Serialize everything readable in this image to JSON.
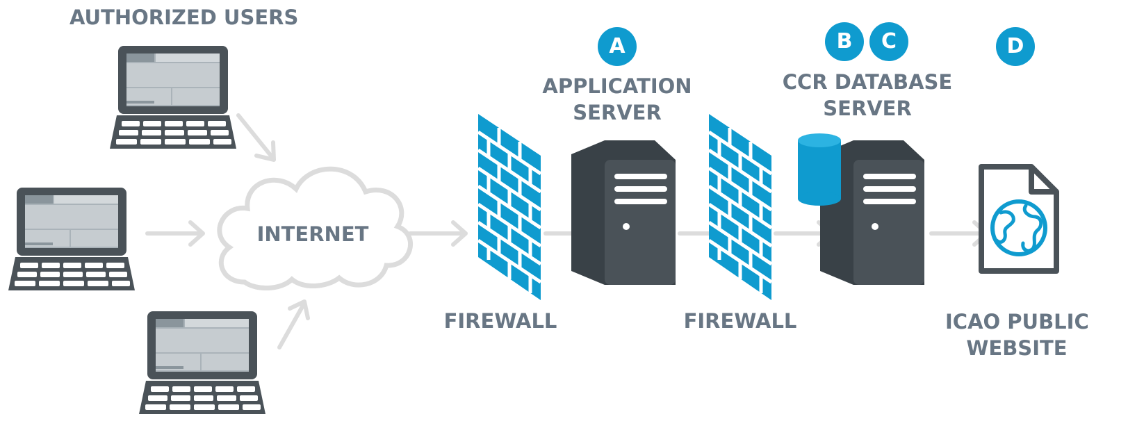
{
  "labels": {
    "authorized_users": "AUTHORIZED USERS",
    "internet": "INTERNET",
    "firewall_1": "FIREWALL",
    "firewall_2": "FIREWALL",
    "app_server_line1": "APPLICATION",
    "app_server_line2": "SERVER",
    "db_server_line1": "CCR DATABASE",
    "db_server_line2": "SERVER",
    "public_site_line1": "ICAO PUBLIC",
    "public_site_line2": "WEBSITE"
  },
  "badges": {
    "a": "A",
    "b": "B",
    "c": "C",
    "d": "D"
  },
  "colors": {
    "label_gray": "#687684",
    "icon_dark": "#4a5258",
    "accent_blue": "#0f9bcf",
    "arrow_gray": "#dcdcdc",
    "screen_gray": "#aab3b9"
  }
}
